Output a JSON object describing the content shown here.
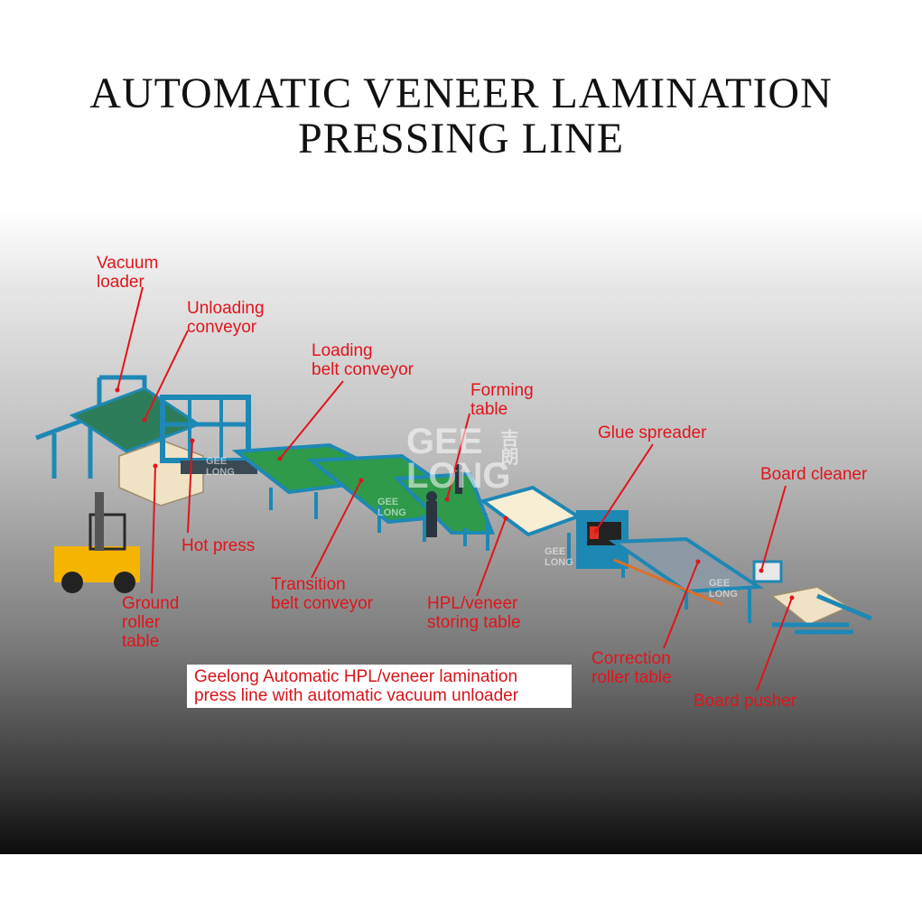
{
  "title": {
    "line1": "AUTOMATIC VENEER LAMINATION",
    "line2": "PRESSING LINE"
  },
  "labels": {
    "vacuum_loader": [
      "Vacuum",
      "loader"
    ],
    "unloading_conveyor": [
      "Unloading",
      "conveyor"
    ],
    "loading_belt_conveyor": [
      "Loading",
      "belt conveyor"
    ],
    "forming_table": [
      "Forming",
      "table"
    ],
    "glue_spreader": [
      "Glue spreader"
    ],
    "board_cleaner": [
      "Board cleaner"
    ],
    "hot_press": [
      "Hot press"
    ],
    "ground_roller_table": [
      "Ground",
      "roller",
      "table"
    ],
    "transition_belt_conveyor": [
      "Transition",
      "belt conveyor"
    ],
    "hpl_veneer_storing_table": [
      "HPL/veneer",
      "storing table"
    ],
    "correction_roller_table": [
      "Correction",
      "roller table"
    ],
    "board_pusher": [
      "Board pusher"
    ]
  },
  "caption": [
    "Geelong Automatic HPL/veneer lamination",
    "press line with automatic vacuum unloader"
  ],
  "watermark": {
    "line1": "GEE",
    "line2": "LONG",
    "cn": "吉朗"
  },
  "colors": {
    "label": "#e1141c",
    "frame": "#1e88b5",
    "belt": "#2e9a4a",
    "board": "#f0e2c4"
  }
}
